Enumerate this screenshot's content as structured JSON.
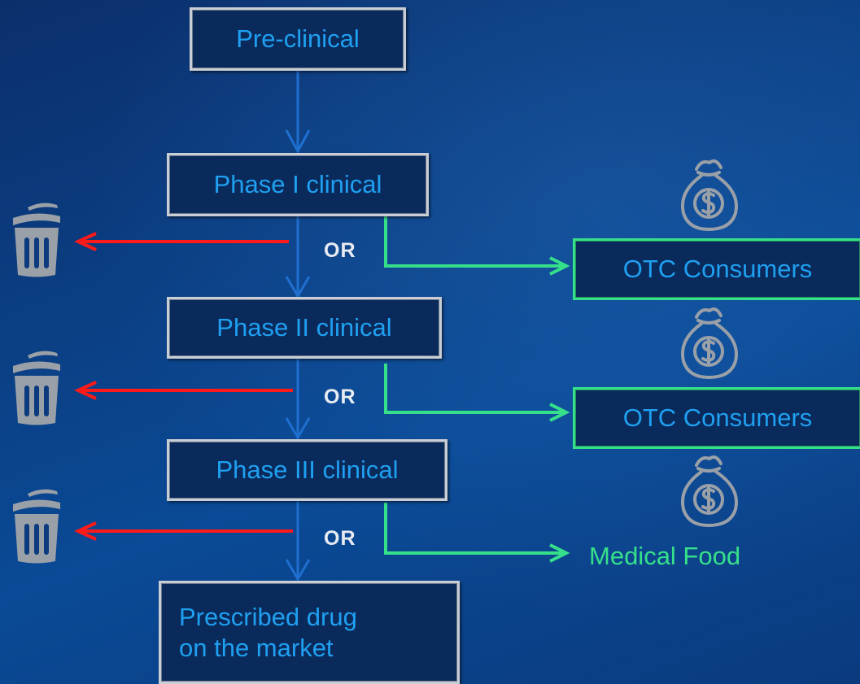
{
  "nodes": {
    "pre_clinical": "Pre-clinical",
    "phase_1": "Phase I clinical",
    "phase_2": "Phase II clinical",
    "phase_3": "Phase III clinical",
    "prescribed_line1": "Prescribed drug",
    "prescribed_line2": "on the market"
  },
  "branches": {
    "or_label": "OR",
    "otc_1": "OTC Consumers",
    "otc_2": "OTC Consumers",
    "medical_food": "Medical Food"
  },
  "icons": {
    "discard": "trash-can-icon",
    "money": "money-bag-icon"
  },
  "colors": {
    "flow_arrow": "#1e6fd0",
    "discard_arrow": "#ff1a1a",
    "branch_arrow": "#36e08a",
    "node_text": "#1fa0f0",
    "icon_gray": "#9aa0a8"
  }
}
